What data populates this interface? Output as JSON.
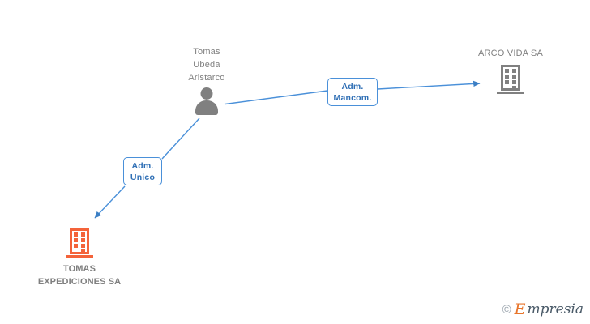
{
  "diagram": {
    "type": "org-relationship-graph",
    "background_color": "#FFFFFF",
    "edge_color": "#4A90D9",
    "nodes": [
      {
        "id": "person-tomas-ubeda-aristarco",
        "kind": "person",
        "icon": "person-icon",
        "icon_color": "#808080",
        "label": "Tomas\nUbeda\nAristarco",
        "label_color": "#808080"
      },
      {
        "id": "company-arco-vida-sa",
        "kind": "company",
        "icon": "building-icon",
        "icon_color": "#808080",
        "label": "ARCO VIDA SA",
        "label_color": "#808080"
      },
      {
        "id": "company-tomas-expediciones-sa",
        "kind": "company",
        "icon": "building-icon",
        "icon_color": "#F4633A",
        "label": "TOMAS\nEXPEDICIONES SA",
        "label_color": "#7F7F7F"
      }
    ],
    "edges": [
      {
        "id": "edge-adm-mancom",
        "from": "person-tomas-ubeda-aristarco",
        "to": "company-arco-vida-sa",
        "label": "Adm.\nMancom.",
        "label_color": "#2F6FB5",
        "line_color": "#4A90D9"
      },
      {
        "id": "edge-adm-unico",
        "from": "person-tomas-ubeda-aristarco",
        "to": "company-tomas-expediciones-sa",
        "label": "Adm.\nUnico",
        "label_color": "#2F6FB5",
        "line_color": "#4A90D9"
      }
    ]
  },
  "watermark": {
    "copyright": "©",
    "brand_initial": "E",
    "brand_rest": "mpresia",
    "initial_color": "#E8752B",
    "rest_color": "#4A5A68"
  }
}
